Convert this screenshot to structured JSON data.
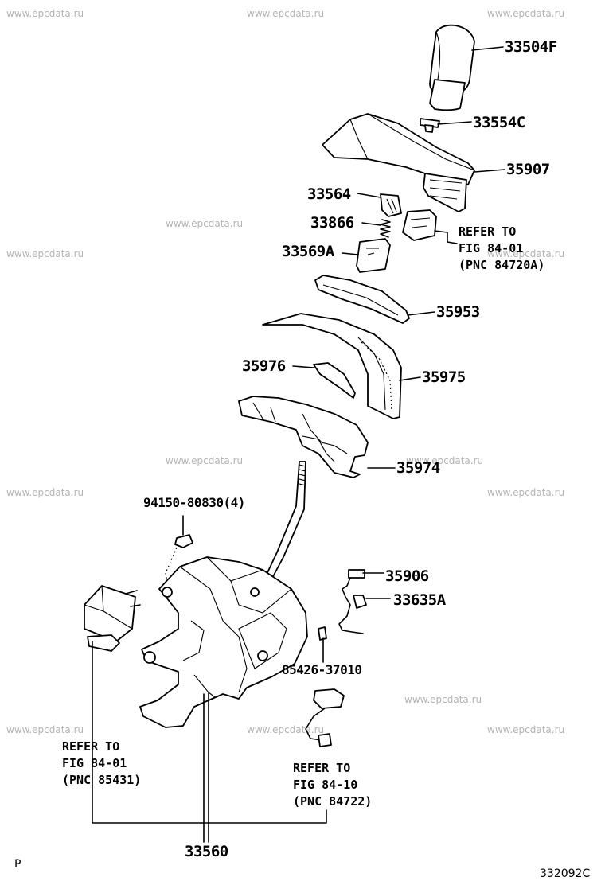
{
  "watermark_text": "www.epcdata.ru",
  "parts": {
    "p33504F": "33504F",
    "p33554C": "33554C",
    "p35907": "35907",
    "p33564": "33564",
    "p33866": "33866",
    "p33569A": "33569A",
    "p35953": "35953",
    "p35976": "35976",
    "p35975": "35975",
    "p35974": "35974",
    "p94150": "94150-80830(4)",
    "p35906": "35906",
    "p33635A": "33635A",
    "p85426": "85426-37010",
    "p33560": "33560"
  },
  "refs": {
    "r84720A": {
      "l1": "REFER TO",
      "l2": "FIG 84-01",
      "l3": "(PNC 84720A)"
    },
    "r85431": {
      "l1": "REFER TO",
      "l2": "FIG 84-01",
      "l3": "(PNC 85431)"
    },
    "r84722": {
      "l1": "REFER TO",
      "l2": "FIG 84-10",
      "l3": "(PNC 84722)"
    }
  },
  "footer": {
    "left": "P",
    "right": "332092C"
  }
}
